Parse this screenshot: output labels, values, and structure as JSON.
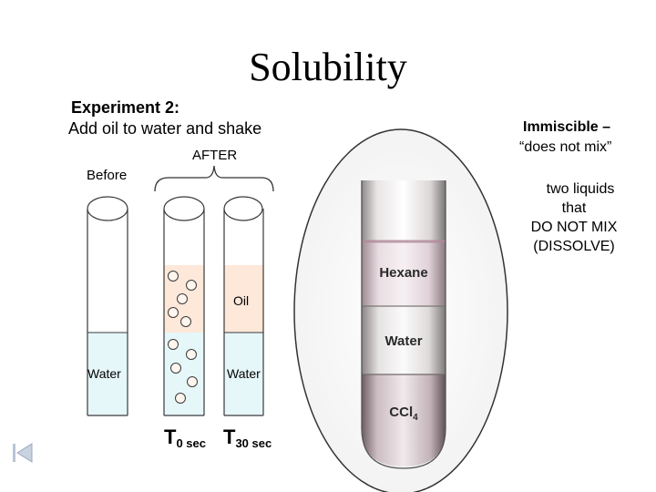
{
  "title": "Solubility",
  "experiment": {
    "heading": "Experiment 2:",
    "subheading": "Add oil to water and shake"
  },
  "labels": {
    "after": "AFTER",
    "before": "Before",
    "oil": "Oil",
    "water_left": "Water",
    "water_right": "Water",
    "t0_main": "T",
    "t0_sub": "0 sec",
    "t30_main": "T",
    "t30_sub": "30 sec"
  },
  "photo_labels": {
    "hexane": "Hexane",
    "water": "Water",
    "ccl4_main": "CCl",
    "ccl4_sub": "4"
  },
  "definition": {
    "term": "Immiscible –",
    "quote": "“does not mix”",
    "line1": "two liquids",
    "line2": "that",
    "line3": "DO NOT MIX",
    "line4": "(DISSOLVE)"
  },
  "colors": {
    "water": "#e6f7fa",
    "oil": "#fde8da",
    "outline": "#3a3a3a"
  },
  "icons": {
    "nav": "first-slide-icon"
  }
}
